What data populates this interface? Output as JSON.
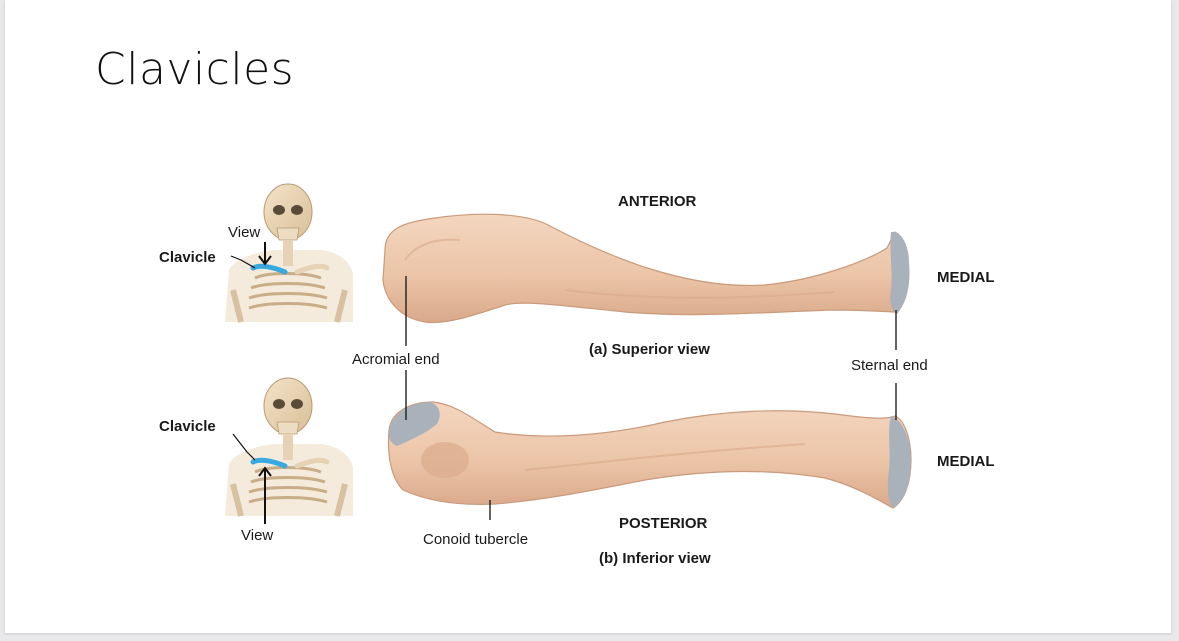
{
  "slide": {
    "title": "Clavicles"
  },
  "labels": {
    "anterior": "ANTERIOR",
    "posterior": "POSTERIOR",
    "medial_top": "MEDIAL",
    "medial_bottom": "MEDIAL",
    "superior_view": "(a) Superior view",
    "inferior_view": "(b) Inferior view",
    "acromial_end": "Acromial end",
    "sternal_end": "Sternal end",
    "conoid_tubercle": "Conoid tubercle",
    "clavicle_top": "Clavicle",
    "clavicle_bottom": "Clavicle",
    "view_top": "View",
    "view_bottom": "View"
  },
  "colors": {
    "bone": "#ecc7ac",
    "bone_shade": "#d6a888",
    "cartilage": "#a9b2bb",
    "clavicle_highlight": "#39a9e0"
  }
}
